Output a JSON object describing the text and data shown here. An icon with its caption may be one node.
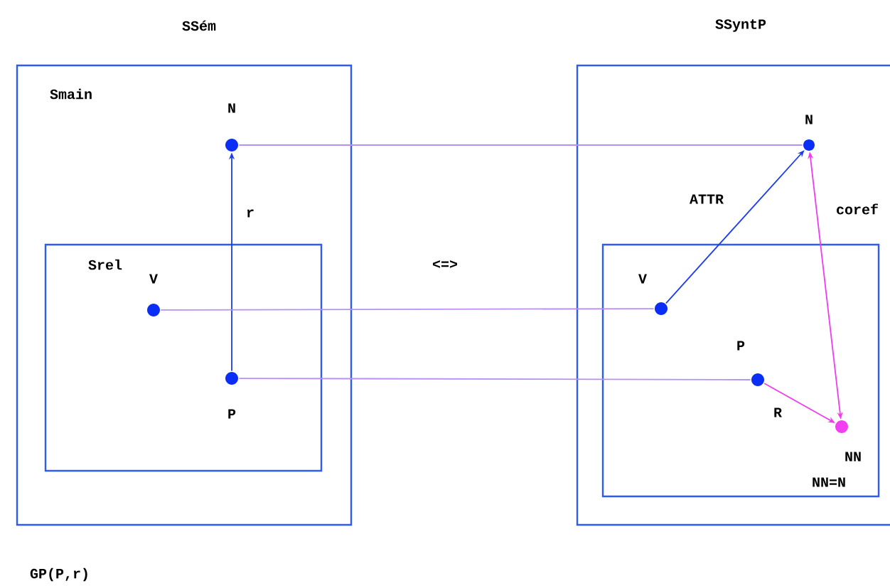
{
  "diagram": {
    "nodes": [
      {
        "text": [
          "SSém",
          "Smain"
        ]
      },
      {
        "text": [],
        "shape": "circle",
        "beside": [
          "N"
        ],
        "in": 0
      },
      {
        "text": [
          "Srel"
        ],
        "in": 0
      },
      {
        "text": [],
        "shape": "circle",
        "beside": [
          "V"
        ],
        "in": 2
      },
      {
        "text": [],
        "shape": "circle",
        "beside": [
          "P"
        ],
        "in": 2
      },
      {
        "text": [
          "SSyntP"
        ]
      },
      {
        "text": [],
        "shape": "circle",
        "beside": [
          "N"
        ],
        "in": 5
      },
      {
        "text": [],
        "shape": "box",
        "in": 5
      },
      {
        "text": [],
        "shape": "circle",
        "beside": [
          "V"
        ],
        "in": 7
      },
      {
        "text": [],
        "shape": "circle",
        "beside": [
          "P"
        ],
        "in": 7
      },
      {
        "text": [],
        "shape": "circle",
        "beside": [
          "NN"
        ],
        "in": 7
      }
    ],
    "edges": [
      {
        "from": 4,
        "to": 1,
        "arrow": "to",
        "label": "r",
        "color": "#1a3cf0"
      },
      {
        "from": 1,
        "to": 6,
        "arrow": "none"
      },
      {
        "from": 3,
        "to": 8,
        "arrow": "none"
      },
      {
        "from": 4,
        "to": 9,
        "arrow": "none"
      },
      {
        "from": 8,
        "to": 6,
        "arrow": "to",
        "label": "ATTR",
        "color": "#1a3cf0"
      },
      {
        "from": 6,
        "to": 10,
        "arrow": "both",
        "label": "coref",
        "color": "#f03cf0"
      },
      {
        "from": 9,
        "to": 10,
        "arrow": "to",
        "label": "R",
        "color": "#f03cf0"
      }
    ],
    "labels": [
      "<=>",
      "NN=N",
      "GP(P,r)"
    ]
  }
}
